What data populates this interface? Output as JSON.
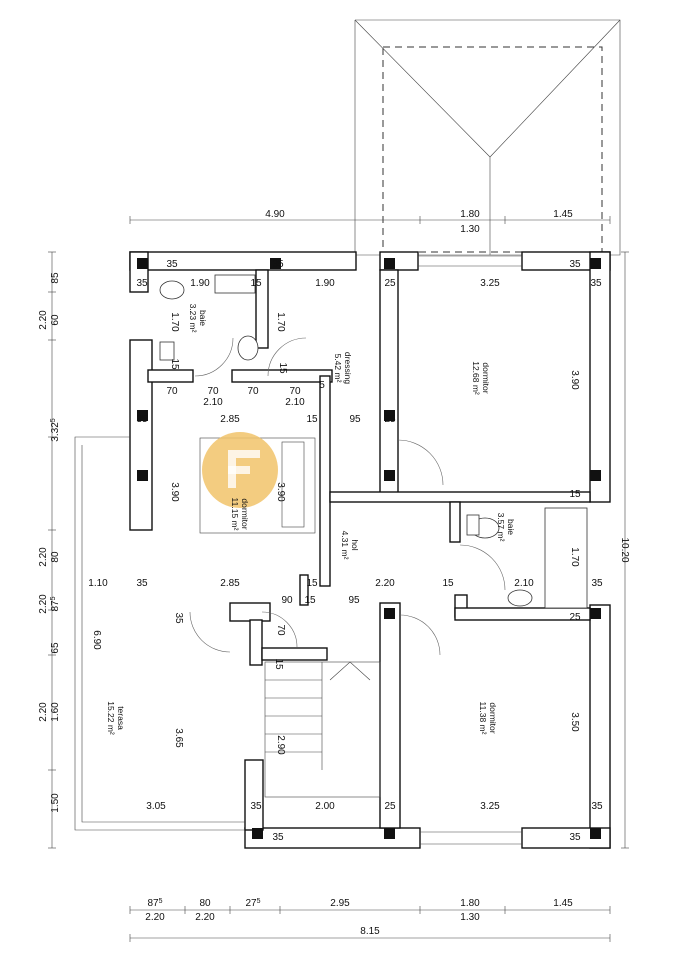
{
  "dims_top_outer": {
    "d1": "4.90",
    "d2": "1.80",
    "d3": "1.45",
    "d4": "1.30"
  },
  "dims_bottom": {
    "a1": "87",
    "a1s": "5",
    "a2": "2.20",
    "a3": "80",
    "a4": "2.20",
    "a5": "27",
    "a5s": "5",
    "a6": "2.95",
    "a7": "1.80",
    "a8": "1.30",
    "a9": "1.45",
    "total": "8.15"
  },
  "dims_left": {
    "l1": "85",
    "l2": "60",
    "l3": "2.20",
    "l4": "3.32",
    "l4s": "5",
    "l5": "80",
    "l6": "2.20",
    "l7": "87",
    "l7s": "5",
    "l8": "2.20",
    "l9": "65",
    "l10": "1.60",
    "l11": "2.20",
    "l12": "1.50"
  },
  "dims_right": {
    "total": "10.20"
  },
  "interior_dims": {
    "t35a": "35",
    "t35b": "35",
    "t35c": "35",
    "b190a": "1.90",
    "b15a": "15",
    "b190b": "1.90",
    "b25a": "25",
    "b325a": "3.25",
    "l35a": "35",
    "v170a": "1.70",
    "v170b": "1.70",
    "v15a": "15",
    "v15b": "15",
    "h70a": "70",
    "h70b": "70",
    "h70c": "70",
    "h70d": "70",
    "h210a": "2.10",
    "h210b": "2.10",
    "v5": "5",
    "l35b": "35",
    "h285a": "2.85",
    "h15a": "15",
    "h95a": "95",
    "h25b": "25",
    "v390a": "3.90",
    "v390b": "3.90",
    "v390c": "3.90",
    "v15c": "15",
    "r35a": "35",
    "h110": "1.10",
    "h35c": "35",
    "h285b": "2.85",
    "h15b": "15",
    "h220": "2.20",
    "h15c": "15",
    "h210c": "2.10",
    "r35b": "35",
    "h90": "90",
    "h15d": "15",
    "h95b": "95",
    "v35d": "35",
    "v70": "70",
    "v15e": "15",
    "h25c": "25",
    "v690": "6.90",
    "v170c": "1.70",
    "v365": "3.65",
    "v290": "2.90",
    "v350": "3.50",
    "h305": "3.05",
    "h35e": "35",
    "h200": "2.00",
    "h25d": "25",
    "h325b": "3.25",
    "r35c": "35",
    "h35f": "35",
    "r35d": "35"
  },
  "rooms": {
    "baie1_name": "baie",
    "baie1_area": "3.23 m²",
    "dressing_name": "dressing",
    "dressing_area": "5.42 m²",
    "dorm1_name": "dormitor",
    "dorm1_area": "12.68 m²",
    "dorm2_name": "dormitor",
    "dorm2_area": "11.15 m²",
    "hol_name": "hol",
    "hol_area": "4.31 m²",
    "baie2_name": "baie",
    "baie2_area": "3.57 m²",
    "terasa_name": "terasa",
    "terasa_area": "15.22 m²",
    "dorm3_name": "dormitor",
    "dorm3_area": "11.38 m²"
  },
  "colors": {
    "watermark": "#f2c46b",
    "walls": "#111111"
  }
}
